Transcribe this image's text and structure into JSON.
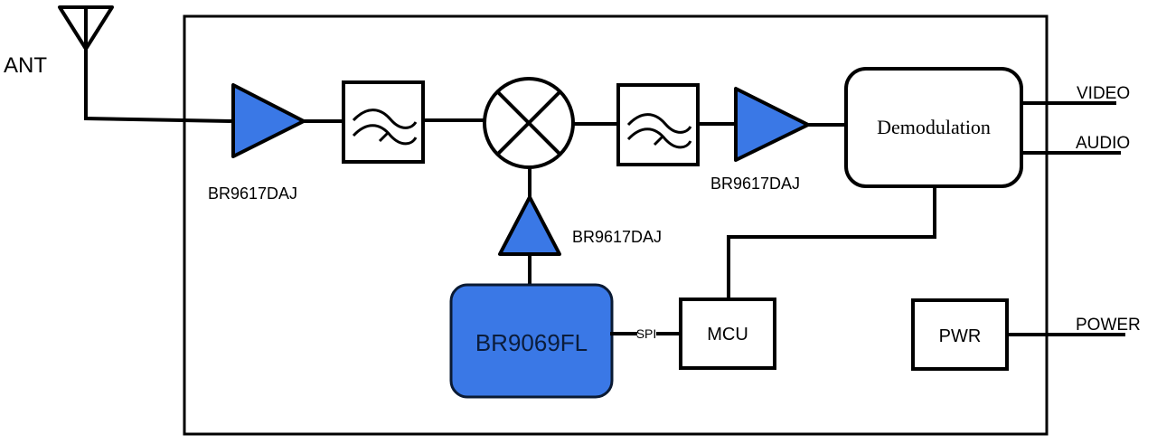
{
  "diagram": {
    "type": "rf-receiver-block-diagram",
    "accent_color": "#3a78e6",
    "external": {
      "antenna_label": "ANT",
      "outputs": {
        "video": "VIDEO",
        "audio": "AUDIO",
        "power": "POWER"
      }
    },
    "blocks": {
      "lna": {
        "kind": "amplifier",
        "label": "BR9617DAJ"
      },
      "filter1": {
        "kind": "bandpass-filter"
      },
      "mixer": {
        "kind": "mixer"
      },
      "filter2": {
        "kind": "bandpass-filter"
      },
      "if_amp": {
        "kind": "amplifier",
        "label": "BR9617DAJ"
      },
      "lo_amp": {
        "kind": "amplifier",
        "label": "BR9617DAJ"
      },
      "demod": {
        "kind": "block",
        "label": "Demodulation"
      },
      "synth": {
        "kind": "chip",
        "label": "BR9069FL"
      },
      "mcu": {
        "kind": "block",
        "label": "MCU"
      },
      "pwr": {
        "kind": "block",
        "label": "PWR"
      }
    },
    "bus_labels": {
      "spi": "SPI"
    }
  }
}
